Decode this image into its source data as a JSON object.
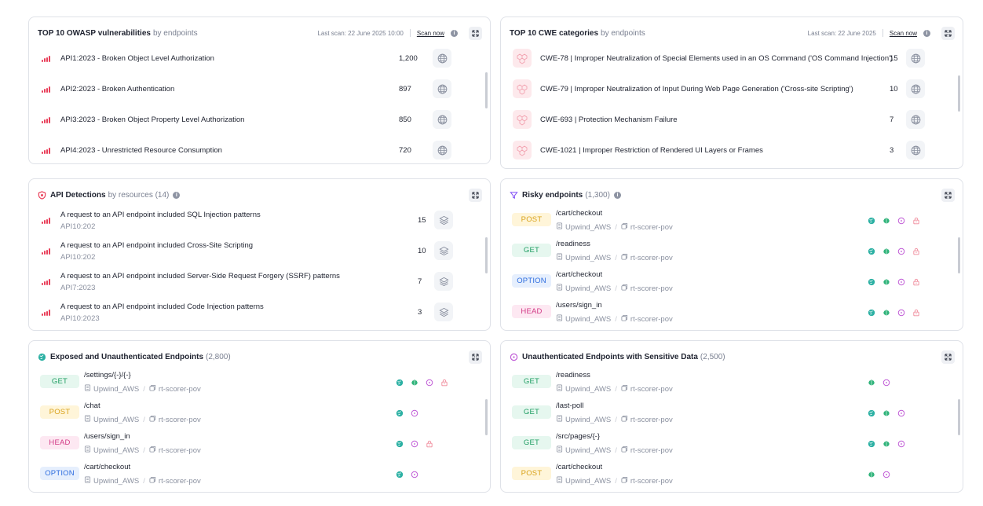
{
  "owasp": {
    "title": "TOP 10 OWASP vulnerabilities",
    "subtitle": "by endpoints",
    "last_scan": "Last scan: 22 June 2025 10:00",
    "scan_now": "Scan now",
    "items": [
      {
        "label": "API1:2023 - Broken Object Level Authorization",
        "count": "1,200"
      },
      {
        "label": "API2:2023 - Broken Authentication",
        "count": "897"
      },
      {
        "label": "API3:2023 - Broken Object Property Level Authorization",
        "count": "850"
      },
      {
        "label": "API4:2023 - Unrestricted Resource Consumption",
        "count": "720"
      }
    ]
  },
  "cwe": {
    "title": "TOP 10 CWE categories",
    "subtitle": "by endpoints",
    "last_scan": "Last scan: 22 June 2025",
    "scan_now": "Scan now",
    "items": [
      {
        "label": "CWE-78 | Improper Neutralization of Special Elements used in an OS Command ('OS Command Injection')",
        "count": "15"
      },
      {
        "label": "CWE-79 | Improper Neutralization of Input During Web Page Generation ('Cross-site Scripting')",
        "count": "10"
      },
      {
        "label": "CWE-693 | Protection Mechanism Failure",
        "count": "7"
      },
      {
        "label": "CWE-1021 | Improper Restriction of Rendered UI Layers or Frames",
        "count": "3"
      }
    ]
  },
  "detections": {
    "title": "API Detections",
    "subtitle": "by resources (14)",
    "items": [
      {
        "label": "A request to an API endpoint included SQL Injection patterns",
        "sub": "API10:202",
        "count": "15"
      },
      {
        "label": "A request to an API endpoint included Cross-Site Scripting",
        "sub": "API10:202",
        "count": "10"
      },
      {
        "label": "A request to an API endpoint included Server-Side Request Forgery (SSRF) patterns",
        "sub": "API7:2023",
        "count": "7"
      },
      {
        "label": "A request to an API endpoint included Code Injection patterns",
        "sub": "API10:2023",
        "count": "3"
      }
    ]
  },
  "risky": {
    "title": "Risky endpoints",
    "subtitle": "(1,300)",
    "items": [
      {
        "method": "POST",
        "path": "/cart/checkout",
        "account": "Upwind_AWS",
        "cluster": "rt-scorer-pov"
      },
      {
        "method": "GET",
        "path": "/readiness",
        "account": "Upwind_AWS",
        "cluster": "rt-scorer-pov"
      },
      {
        "method": "OPTION",
        "path": "/cart/checkout",
        "account": "Upwind_AWS",
        "cluster": "rt-scorer-pov"
      },
      {
        "method": "HEAD",
        "path": "/users/sign_in",
        "account": "Upwind_AWS",
        "cluster": "rt-scorer-pov"
      }
    ]
  },
  "exposed": {
    "title": "Exposed and Unauthenticated Endpoints",
    "subtitle": "(2,800)",
    "items": [
      {
        "method": "GET",
        "path": "/settings/{-}/{-}",
        "account": "Upwind_AWS",
        "cluster": "rt-scorer-pov"
      },
      {
        "method": "POST",
        "path": "/chat",
        "account": "Upwind_AWS",
        "cluster": "rt-scorer-pov"
      },
      {
        "method": "HEAD",
        "path": "/users/sign_in",
        "account": "Upwind_AWS",
        "cluster": "rt-scorer-pov"
      },
      {
        "method": "OPTION",
        "path": "/cart/checkout",
        "account": "Upwind_AWS",
        "cluster": "rt-scorer-pov"
      }
    ]
  },
  "sensitive": {
    "title": "Unauthenticated Endpoints with Sensitive Data",
    "subtitle": "(2,500)",
    "items": [
      {
        "method": "GET",
        "path": "/readiness",
        "account": "Upwind_AWS",
        "cluster": "rt-scorer-pov"
      },
      {
        "method": "GET",
        "path": "/last-poll",
        "account": "Upwind_AWS",
        "cluster": "rt-scorer-pov"
      },
      {
        "method": "GET",
        "path": "/src/pages/{-}",
        "account": "Upwind_AWS",
        "cluster": "rt-scorer-pov"
      },
      {
        "method": "POST",
        "path": "/cart/checkout",
        "account": "Upwind_AWS",
        "cluster": "rt-scorer-pov"
      }
    ]
  },
  "colors": {
    "severity": "#e9405a",
    "get_bg": "#e6f7ef",
    "get_fg": "#1f9d62",
    "post_bg": "#fff5d9",
    "post_fg": "#d9a21b",
    "option_bg": "#e6effd",
    "option_fg": "#2d6cdf",
    "head_bg": "#fde8f2",
    "head_fg": "#d23a86"
  }
}
